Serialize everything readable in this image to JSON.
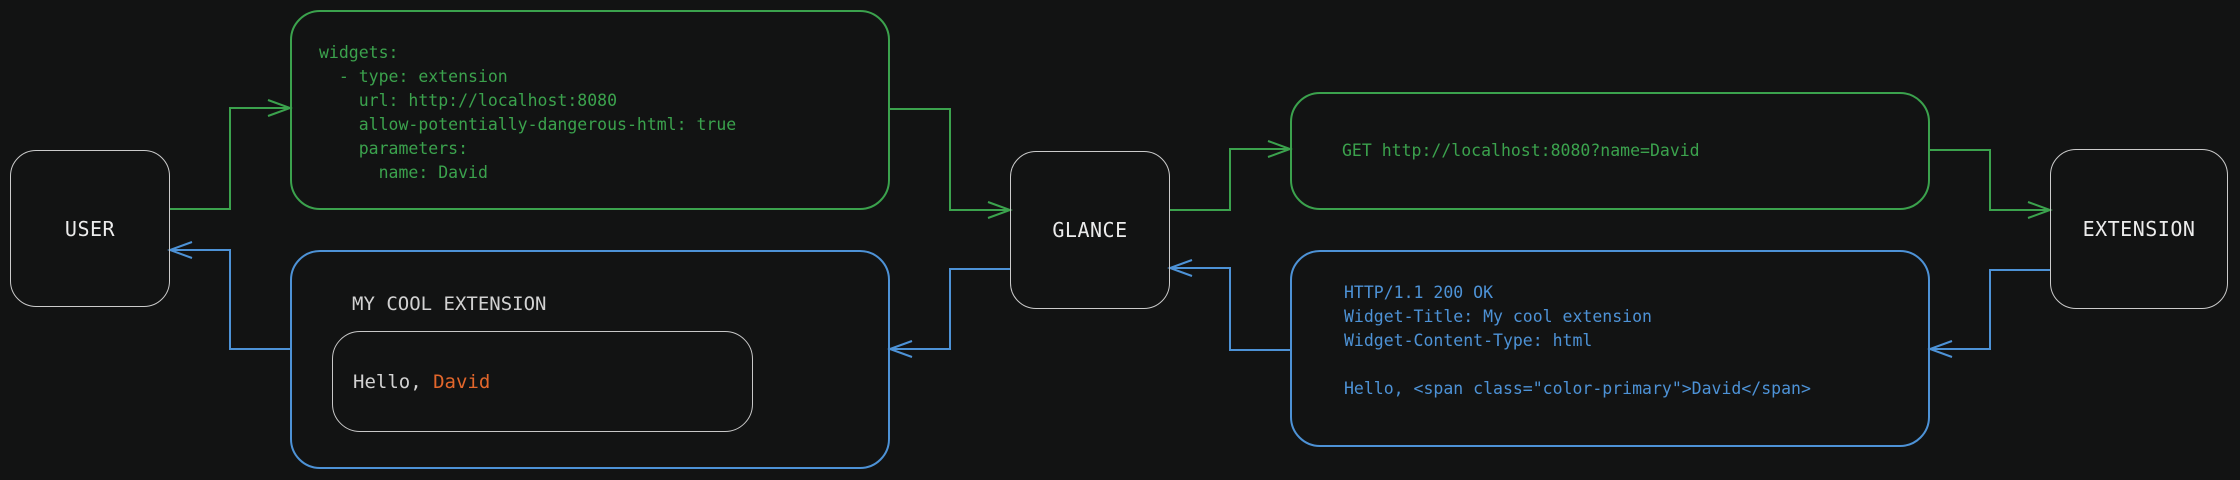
{
  "diagram": {
    "colors": {
      "background": "#121313",
      "green": "#3ba24d",
      "blue": "#4d92d6",
      "orange": "#e2662b",
      "node_border": "#cbcbcb",
      "inner_border": "#c8c8c8",
      "text_light": "#ececec",
      "text_gray": "#d2d2d2"
    },
    "nodes": [
      {
        "id": "user",
        "label": "USER"
      },
      {
        "id": "glance",
        "label": "GLANCE"
      },
      {
        "id": "extension",
        "label": "EXTENSION"
      }
    ],
    "config_box": {
      "yaml": "widgets:\n  - type: extension\n    url: http://localhost:8080\n    allow-potentially-dangerous-html: true\n    parameters:\n      name: David"
    },
    "request_box": {
      "text": "GET http://localhost:8080?name=David"
    },
    "response_box": {
      "text": "HTTP/1.1 200 OK\nWidget-Title: My cool extension\nWidget-Content-Type: html\n\nHello, <span class=\"color-primary\">David</span>"
    },
    "widget_box": {
      "title": "MY COOL EXTENSION",
      "greeting_prefix": "Hello, ",
      "greeting_name": "David"
    }
  }
}
